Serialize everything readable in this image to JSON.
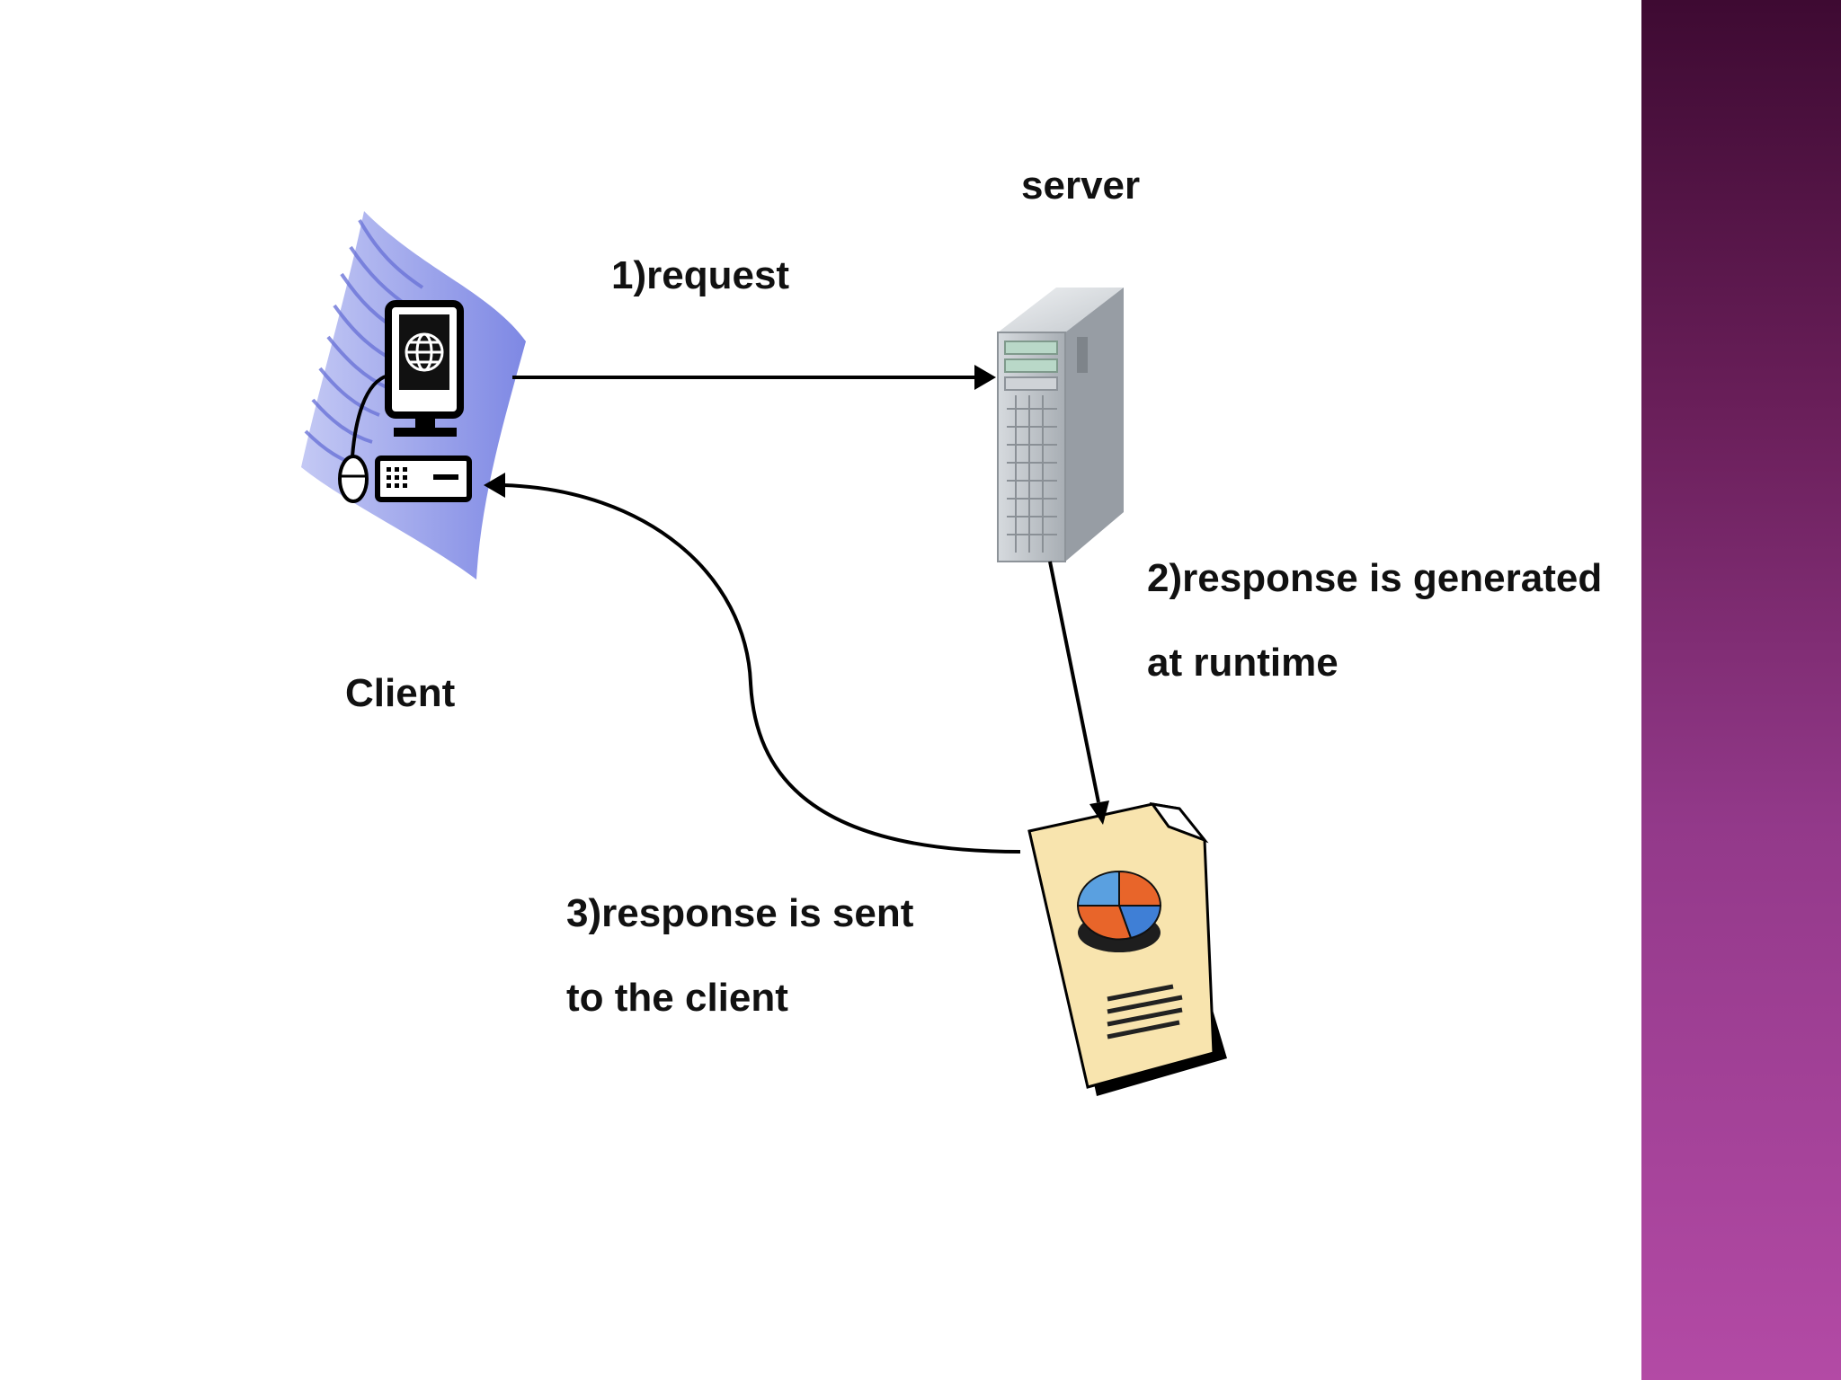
{
  "diagram": {
    "nodes": {
      "client": {
        "label": "Client",
        "icon": "client-computer-icon"
      },
      "server": {
        "label": "server",
        "icon": "server-tower-icon"
      },
      "response": {
        "icon": "report-document-icon"
      }
    },
    "edges": {
      "request": {
        "from": "client",
        "to": "server",
        "label": "1)request"
      },
      "generate": {
        "from": "server",
        "to": "response",
        "label_lines": [
          "2)response is generated",
          "at runtime"
        ]
      },
      "send": {
        "from": "response",
        "to": "client",
        "label_lines": [
          "3)response is sent",
          "to the client"
        ]
      }
    }
  },
  "colors": {
    "sidebar_top": "#3e0a32",
    "sidebar_bottom": "#b34aa5",
    "client_wave": "#8a93e8",
    "document_paper": "#f8e4ae"
  }
}
